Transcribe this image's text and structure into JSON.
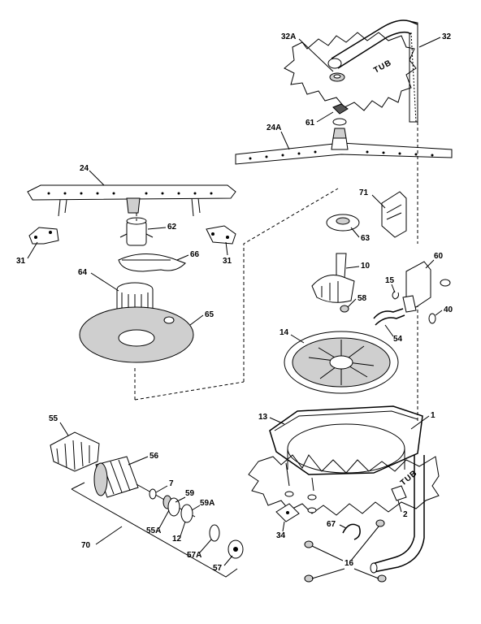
{
  "diagram": {
    "tub_labels": [
      "TUB",
      "TUB"
    ],
    "callouts": {
      "p1": "1",
      "p2": "2",
      "p7": "7",
      "p10": "10",
      "p12": "12",
      "p13": "13",
      "p14": "14",
      "p15": "15",
      "p16": "16",
      "p24": "24",
      "p24a": "24A",
      "p31_left": "31",
      "p31_right": "31",
      "p32": "32",
      "p32a": "32A",
      "p34": "34",
      "p40": "40",
      "p54": "54",
      "p55": "55",
      "p55a": "55A",
      "p56": "56",
      "p57": "57",
      "p57a": "57A",
      "p58": "58",
      "p59": "59",
      "p59a": "59A",
      "p60": "60",
      "p61": "61",
      "p62": "62",
      "p63": "63",
      "p64": "64",
      "p65": "65",
      "p66": "66",
      "p67": "67",
      "p70": "70",
      "p71": "71"
    }
  }
}
